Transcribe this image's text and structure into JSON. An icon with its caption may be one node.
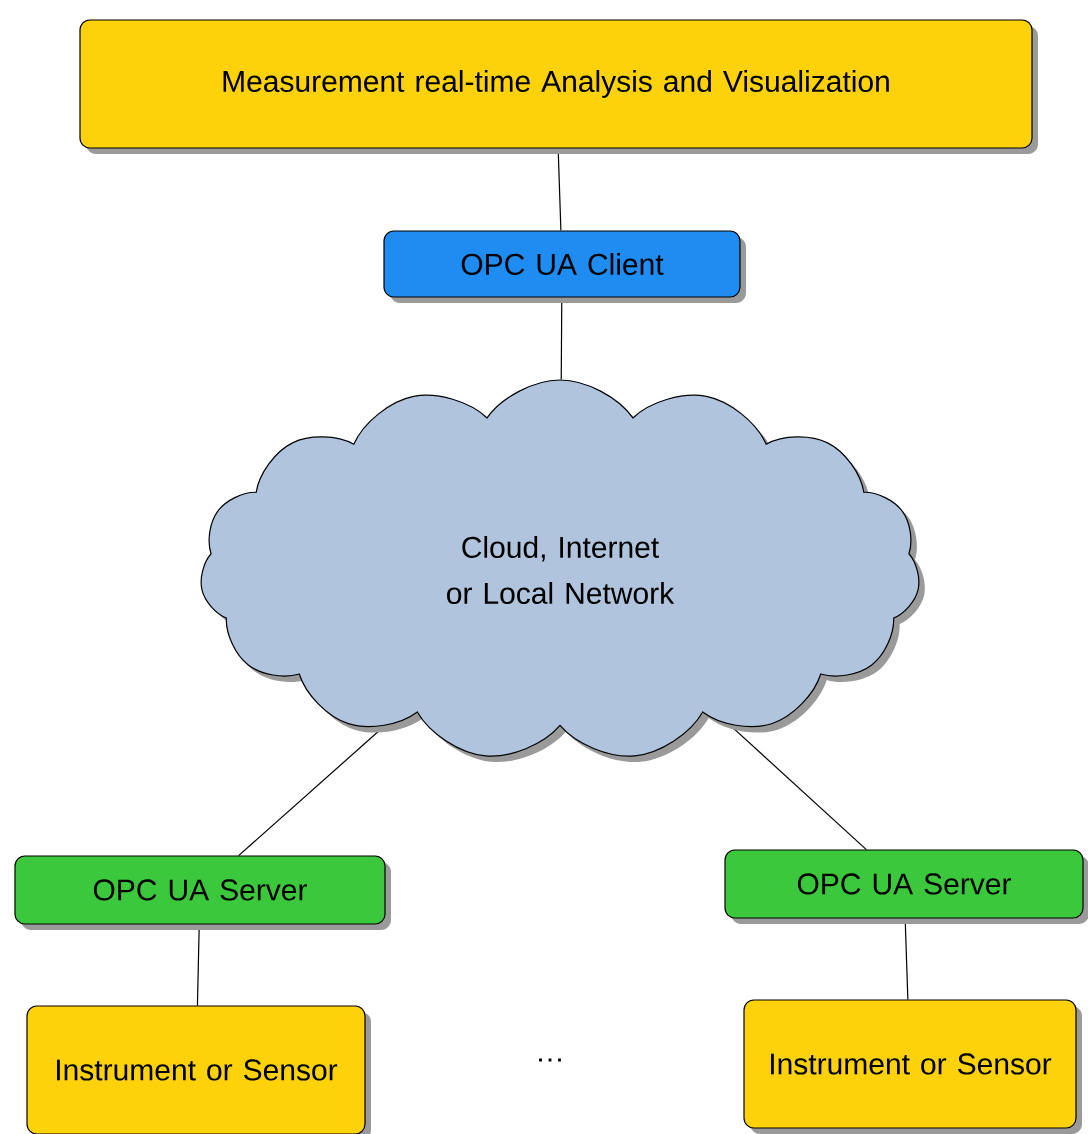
{
  "diagram": {
    "nodes": [
      {
        "text": [
          "Measurement real-time Analysis and Visualization"
        ]
      },
      {
        "text": [
          "OPC UA Client"
        ]
      },
      {
        "text": [
          "Cloud, Internet or Local Network"
        ]
      },
      {
        "text": [
          "OPC UA Server"
        ]
      },
      {
        "text": [
          "OPC UA Server"
        ]
      },
      {
        "text": [
          "Instrument or Sensor"
        ]
      },
      {
        "text": [
          "Instrument or Sensor"
        ]
      }
    ],
    "edges": [
      {
        "from": 0,
        "to": 1,
        "arrow": "none"
      },
      {
        "from": 1,
        "to": 2,
        "arrow": "none"
      },
      {
        "from": 2,
        "to": 3,
        "arrow": "none"
      },
      {
        "from": 2,
        "to": 4,
        "arrow": "none"
      },
      {
        "from": 3,
        "to": 5,
        "arrow": "none"
      },
      {
        "from": 4,
        "to": 6,
        "arrow": "none"
      }
    ],
    "labels": [
      "…"
    ]
  }
}
